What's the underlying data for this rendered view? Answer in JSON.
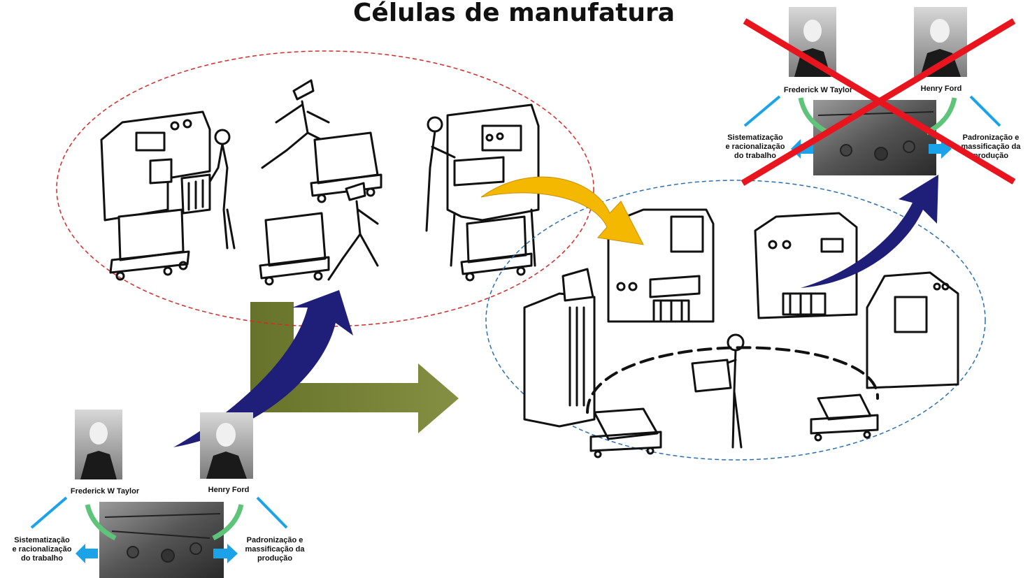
{
  "title": "Células de manufatura",
  "colors": {
    "traditional_ellipse": "#d62a2a",
    "cell_ellipse": "#2c6fb0",
    "curved_arrow_navy": "#1f1f7a",
    "curved_arrow_gold": "#f5b800",
    "transition_arrow_olive": "#6e7a2a",
    "cross_red": "#e8141e",
    "side_arrow_blue": "#1aa3e8",
    "green_arrow": "#5ec47a"
  },
  "taylor_ford_bottom": {
    "taylor_name": "Frederick W Taylor",
    "ford_name": "Henry Ford",
    "taylor_result_lines": [
      "Sistematização",
      "e racionalização",
      "do trabalho"
    ],
    "ford_result_lines": [
      "Padronização e",
      "massificação da",
      "produção"
    ]
  },
  "taylor_ford_top": {
    "taylor_name": "Frederick W Taylor",
    "ford_name": "Henry Ford",
    "taylor_result_lines": [
      "Sistematização",
      "e racionalização",
      "do trabalho"
    ],
    "ford_result_lines": [
      "Padronização e",
      "massificação da",
      "produção"
    ]
  }
}
